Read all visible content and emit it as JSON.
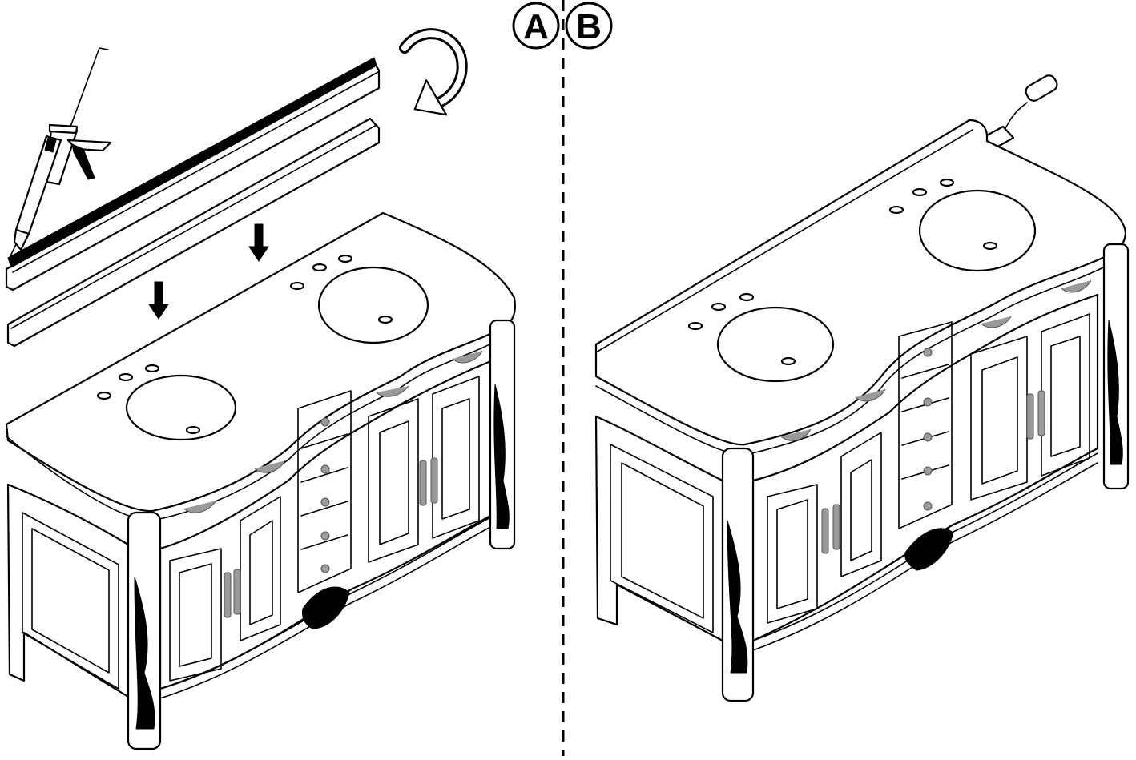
{
  "panels": [
    {
      "id": "A",
      "label": "A"
    },
    {
      "id": "B",
      "label": "B"
    }
  ],
  "colors": {
    "line": "#000000",
    "background": "#ffffff",
    "hardware": "#9a9a9a"
  },
  "icons": [
    "caulk-gun-icon",
    "rotate-arrow-icon",
    "down-arrow-icon",
    "roller-icon"
  ]
}
